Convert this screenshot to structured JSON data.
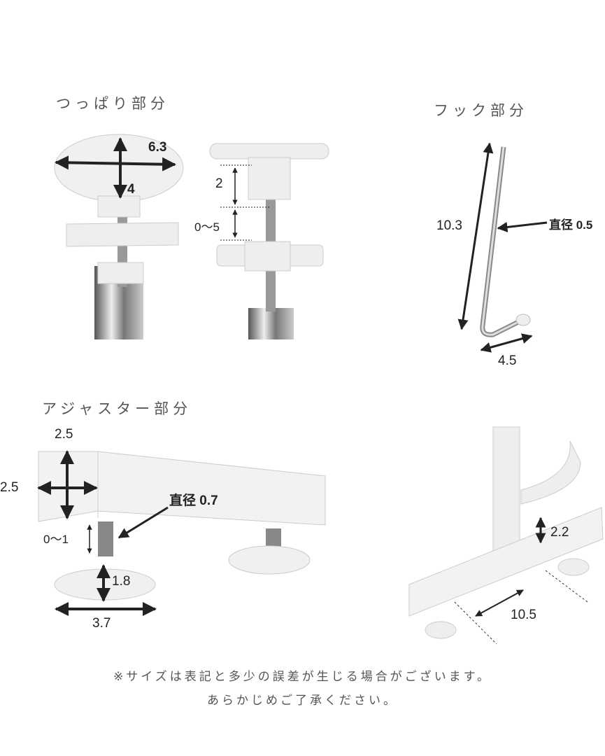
{
  "sections": {
    "tension": {
      "title": "つっぱり部分",
      "pad_width": "6.3",
      "pad_depth": "4",
      "neck_height": "2",
      "adjust_range": "0〜5"
    },
    "hook": {
      "title": "フック部分",
      "length": "10.3",
      "diameter": "直径 0.5",
      "width": "4.5"
    },
    "adjuster": {
      "title": "アジャスター部分",
      "bar_height": "2.5",
      "bar_width": "2.5",
      "bolt_diameter": "直径 0.7",
      "adjust_range": "0〜1",
      "foot_height": "1.8",
      "foot_diameter": "3.7"
    },
    "base": {
      "joint_height": "2.2",
      "base_width": "10.5"
    }
  },
  "note": {
    "line1": "※サイズは表記と多少の誤差が生じる場合がございます。",
    "line2": "あらかじめご了承ください。"
  },
  "colors": {
    "text": "#555555",
    "arrow": "#222222",
    "part": "#eeeeee",
    "chrome": "#9a9a9a"
  }
}
